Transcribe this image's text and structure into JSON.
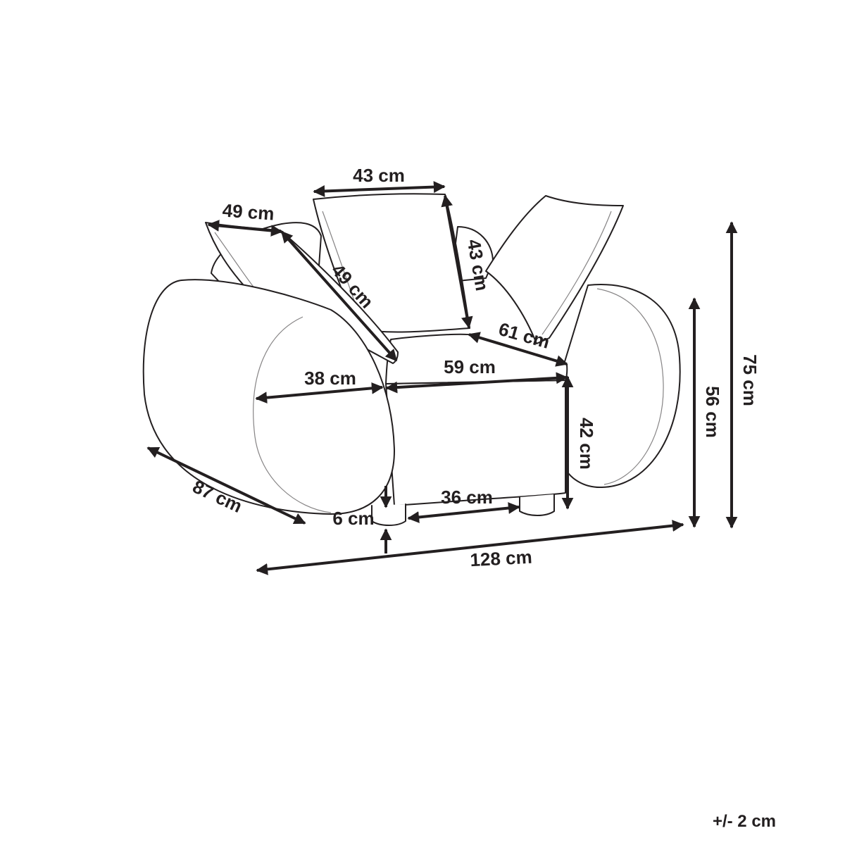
{
  "colors": {
    "line": "#231f20",
    "background": "#ffffff"
  },
  "dimensions": {
    "pillow_left_width": "49 cm",
    "pillow_left_height": "49 cm",
    "back_cushion_width": "43 cm",
    "back_cushion_height": "43 cm",
    "seat_depth": "61 cm",
    "seat_width": "59 cm",
    "armrest_width": "38 cm",
    "seat_height": "42 cm",
    "leg_spacing": "36 cm",
    "leg_height": "6 cm",
    "total_depth": "87 cm",
    "total_width": "128 cm",
    "arm_height": "56 cm",
    "total_height": "75 cm"
  },
  "tolerance": "+/- 2 cm"
}
